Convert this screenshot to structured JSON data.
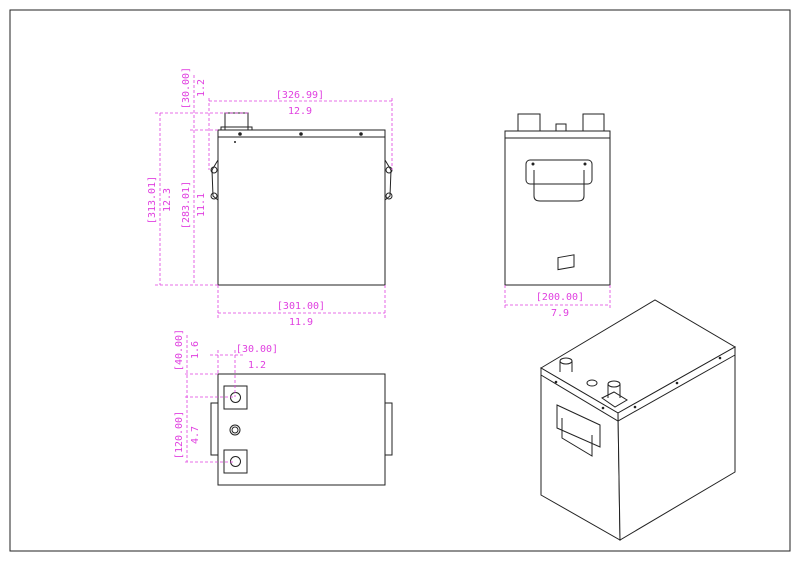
{
  "drawing": {
    "colors": {
      "line": "#222222",
      "dimension": "#e040e0",
      "background": "#ffffff"
    },
    "front_view": {
      "overall_width_mm": "[326.99]",
      "overall_width_in": "12.9",
      "terminal_height_mm": "[30.00]",
      "terminal_height_in": "1.2",
      "overall_height_mm": "[313.01]",
      "overall_height_in": "12.3",
      "body_height_mm": "[283.01]",
      "body_height_in": "11.1",
      "body_width_mm": "[301.00]",
      "body_width_in": "11.9"
    },
    "side_view": {
      "depth_mm": "[200.00]",
      "depth_in": "7.9"
    },
    "top_view": {
      "terminal_offset_y_mm": "[40.00]",
      "terminal_offset_y_in": "1.6",
      "terminal_offset_x_mm": "[30.00]",
      "terminal_offset_x_in": "1.2",
      "terminal_spacing_mm": "[120.00]",
      "terminal_spacing_in": "4.7"
    }
  }
}
